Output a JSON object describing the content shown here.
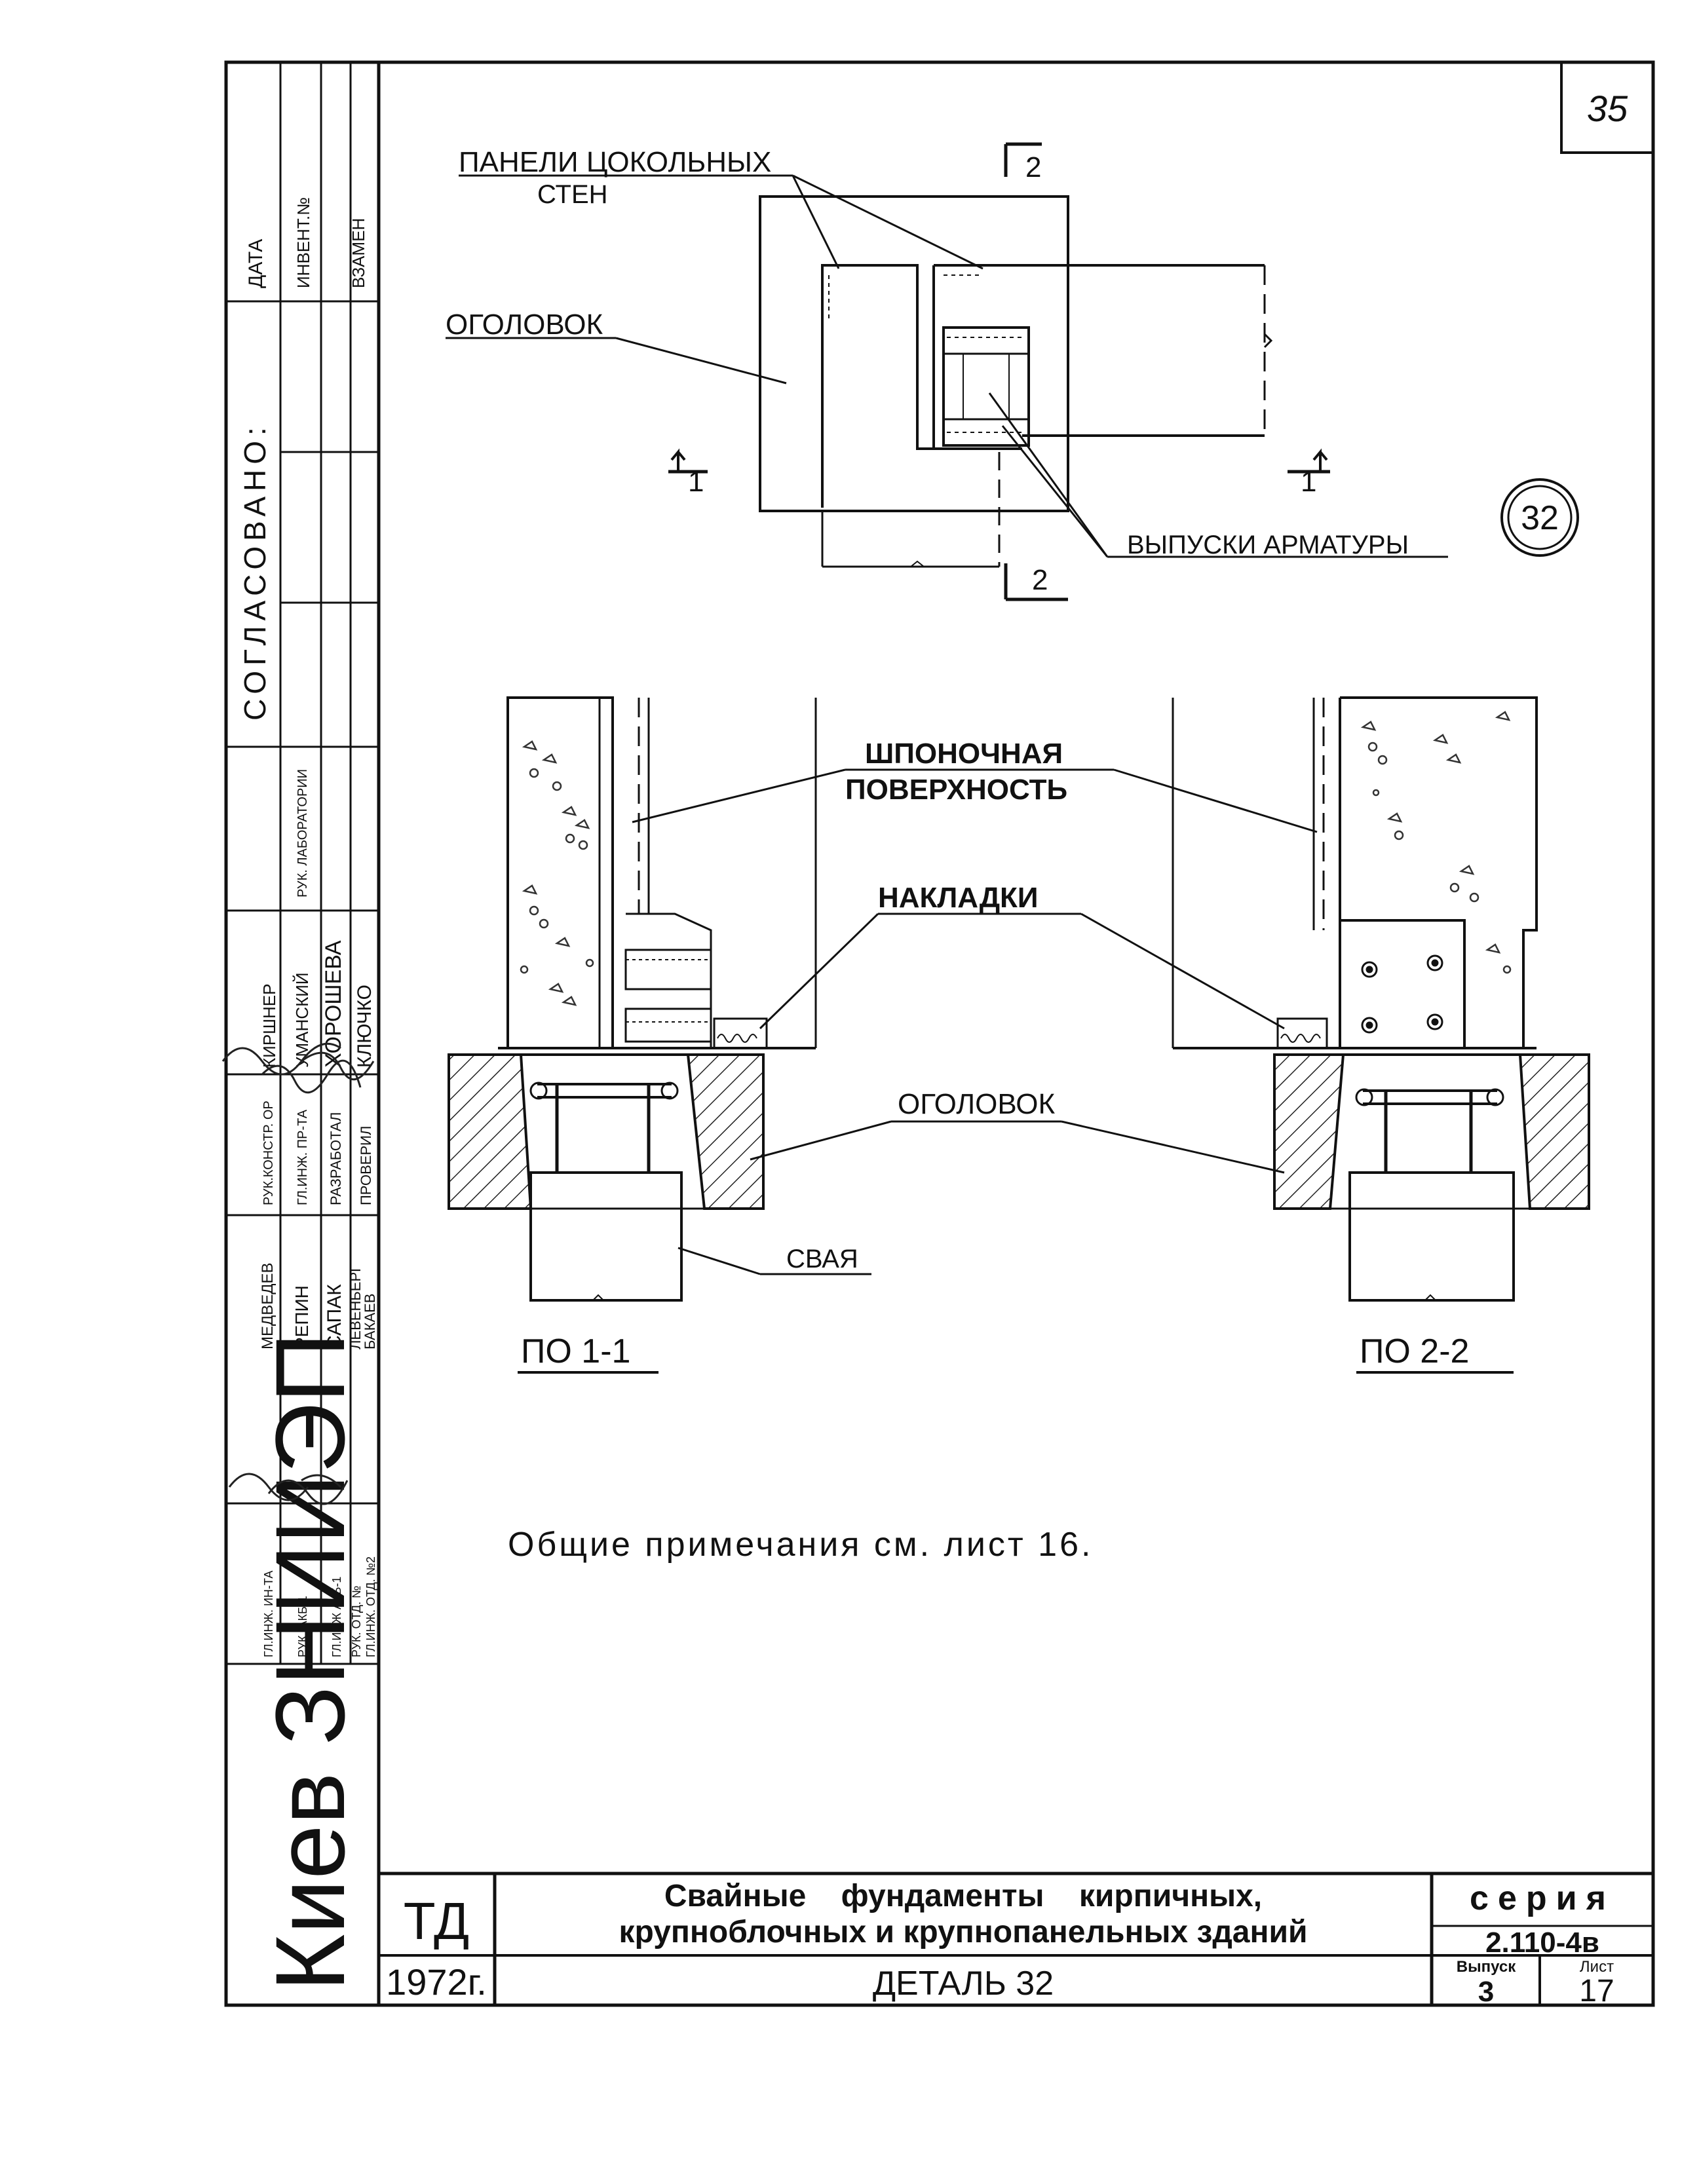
{
  "sheet_number": "35",
  "detail_badge": "32",
  "plan_labels": {
    "panels": [
      "ПАНЕЛИ ЦОКОЛЬНЫХ",
      "СТЕН"
    ],
    "head": "ОГОЛОВОК",
    "rebar": "ВЫПУСКИ АРМАТУРЫ",
    "cut_1": "1",
    "cut_2": "2"
  },
  "section_labels": {
    "key_surface": [
      "ШПОНОЧНАЯ",
      "ПОВЕРХНОСТЬ"
    ],
    "plates": "НАКЛАДКИ",
    "head": "ОГОЛОВОК",
    "pile": "СВАЯ",
    "section_1": "ПО 1-1",
    "section_2": "ПО 2-2"
  },
  "note": "Общие примечания см. лист 16.",
  "side_stamp": {
    "top_headers": [
      "ДАТА",
      "ИНВЕНТ.№",
      "ВЗАМЕН"
    ],
    "approved": "СОГЛАСОВАНО:",
    "lab_head": "РУК. ЛАБОРАТОРИИ",
    "names_col1": [
      "КИРШНЕР",
      "УМАНСКИЙ",
      "ХОРОШЕВА",
      "КЛЮЧКО"
    ],
    "roles_col1": [
      "РУК.КОНСТР. ОР",
      "ГЛ.ИНЖ. ПР-ТА",
      "РАЗРАБОТАЛ",
      "ПРОВЕРИЛ"
    ],
    "names_col2": [
      "МЕДВЕДЕВ",
      "РЕПИН",
      "САПАК",
      "ЛЕВЕНБЕРГ",
      "БАКАЕВ"
    ],
    "roles_col2": [
      "ГЛ.ИНЖ. ИН-ТА",
      "РУК. АКБ-1",
      "ГЛ.ИНЖ АКБ-1",
      "РУК. ОТД. №",
      "ГЛ.ИНЖ. ОТД. №2"
    ],
    "org": "Киев ЗНИИЭП"
  },
  "title_block": {
    "code": "ТД",
    "year": "1972г.",
    "title_line1": "Свайные фундаменты кирпичных,",
    "title_line2": "крупноблочных и крупнопанельных зданий",
    "detail": "ДЕТАЛЬ 32",
    "series_label": "серия",
    "series": "2.110-4в",
    "issue_label": "Выпуск",
    "issue": "3",
    "sheet_label": "Лист",
    "sheet": "17"
  }
}
